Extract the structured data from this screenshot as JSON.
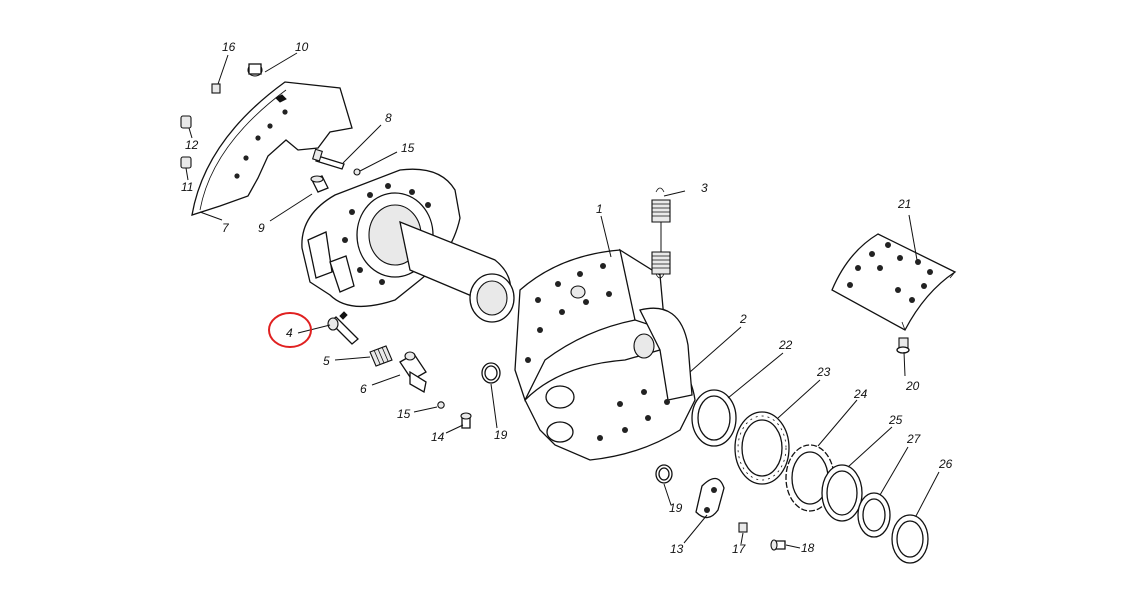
{
  "diagram": {
    "labels": {
      "p1": "1",
      "p2": "2",
      "p3": "3",
      "p4": "4",
      "p5": "5",
      "p6": "6",
      "p7": "7",
      "p8": "8",
      "p9": "9",
      "p10": "10",
      "p11": "11",
      "p12": "12",
      "p13": "13",
      "p14": "14",
      "p15a": "15",
      "p15b": "15",
      "p16": "16",
      "p17": "17",
      "p18": "18",
      "p19a": "19",
      "p19b": "19",
      "p20": "20",
      "p21": "21",
      "p22": "22",
      "p23": "23",
      "p24": "24",
      "p25": "25",
      "p26": "26",
      "p27": "27"
    },
    "highlight": {
      "target_label": "4",
      "color": "#e02020"
    }
  }
}
